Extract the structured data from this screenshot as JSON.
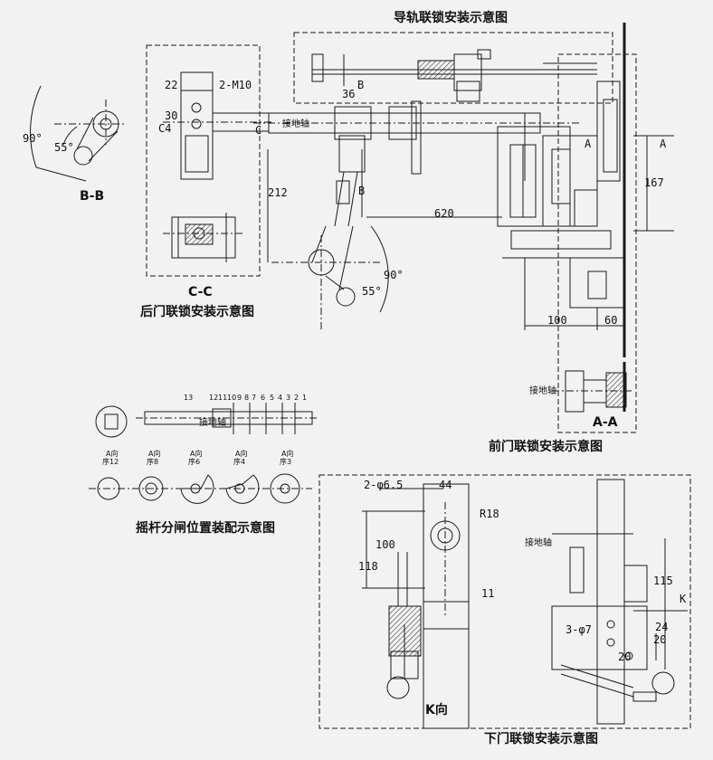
{
  "captions": {
    "rail": "导轨联锁安装示意图",
    "rear": "后门联锁安装示意图",
    "front": "前门联锁安装示意图",
    "rocker": "摇杆分闸位置装配示意图",
    "lower": "下门联锁安装示意图"
  },
  "views": {
    "bb": "B-B",
    "cc": "C-C",
    "aa": "A-A",
    "k_view": "K向"
  },
  "section_marks": {
    "a": "A",
    "b": "B",
    "c": "C",
    "k": "K"
  },
  "ground_shaft": "接地轴",
  "dims": {
    "d22": "22",
    "m10": "2-M10",
    "d30": "30",
    "c4": "C4",
    "d36": "36",
    "d212": "212",
    "d620": "620",
    "d167": "167",
    "d100": "100",
    "d60": "60",
    "a90": "90°",
    "a55": "55°",
    "hole65": "2-φ6.5",
    "d44": "44",
    "r18": "R18",
    "d100b": "100",
    "d118": "118",
    "d11": "11",
    "d115": "115",
    "hole7": "3-φ7",
    "d24": "24",
    "d20a": "20",
    "d20b": "20"
  },
  "parts": [
    "13",
    "12",
    "11",
    "10",
    "9",
    "8",
    "7",
    "6",
    "5",
    "4",
    "3",
    "2",
    "1"
  ],
  "rocker_views": [
    {
      "dir": "A向",
      "seq": "序12"
    },
    {
      "dir": "A向",
      "seq": "序8"
    },
    {
      "dir": "A向",
      "seq": "序6"
    },
    {
      "dir": "A向",
      "seq": "序4"
    },
    {
      "dir": "A向",
      "seq": "序3"
    }
  ],
  "colors": {
    "line": "#1a1a1a",
    "background": "#f2f2f2"
  }
}
